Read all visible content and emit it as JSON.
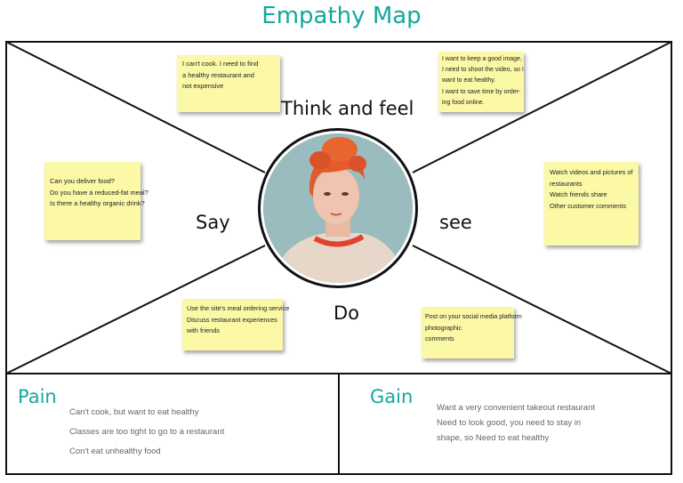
{
  "title": "Empathy Map",
  "quadrants": {
    "think_feel": "Think and feel",
    "say": "Say",
    "see": "see",
    "do": "Do"
  },
  "notes": {
    "think_feel_left": [
      "I can't cook. I need to find",
      "a healthy restaurant and",
      "not expensive"
    ],
    "think_feel_right": [
      "I want to keep a good image,",
      "I need to shoot the video, so I",
      "want to eat healthy.",
      "I want to save time by order-",
      "ing food online."
    ],
    "say": [
      "Can you deliver food?",
      "Do you have a reduced-fat meal?",
      "Is there a healthy organic drink?"
    ],
    "see": [
      "Watch videos and pictures of",
      "restaurants",
      "Watch friends share",
      "Other customer comments"
    ],
    "do_left": [
      "Use the site's meal ordering service",
      "Discuss restaurant experiences",
      "with friends"
    ],
    "do_right": [
      "Post on your social media platform",
      "photographic",
      "comments"
    ]
  },
  "pain": {
    "title": "Pain",
    "items": [
      "Can't cook, but want to eat healthy",
      "Classes are too tight to go to a restaurant",
      "Con't eat unhealthy food"
    ]
  },
  "gain": {
    "title": "Gain",
    "items": [
      "Want a very convenient takeout restaurant",
      "Need to look good, you need to stay in",
      "shape, so Need to eat healthy"
    ]
  },
  "colors": {
    "accent": "#14a89c",
    "sticky_note": "#fbf8a6",
    "line": "#111111"
  }
}
